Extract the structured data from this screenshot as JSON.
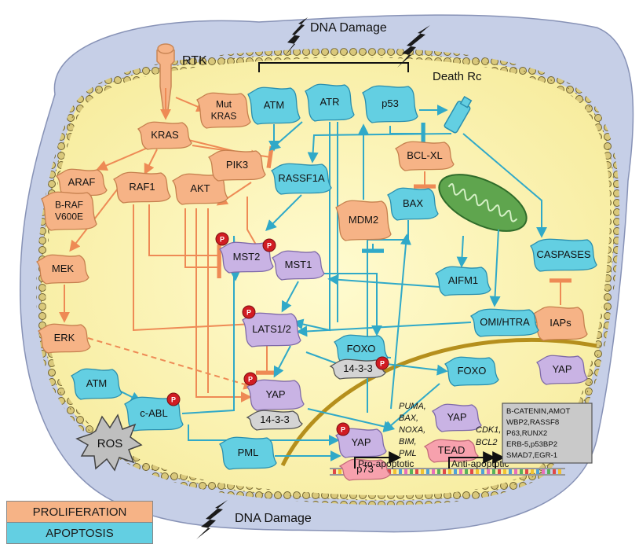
{
  "colors": {
    "cell_outer": "#c7cfe6",
    "nucleus": "#fdf6b8",
    "proliferation": "#f6b386",
    "apoptosis": "#63cfe2",
    "yap_purple": "#c9b3e4",
    "p73_pink": "#f7a1ad",
    "phospho_red": "#d11c22",
    "stroke_orange": "#ee8a55",
    "stroke_blue": "#30a9c8",
    "er_gold": "#b58f1c"
  },
  "labels": {
    "dna_damage_top": "DNA Damage",
    "dna_damage_bottom": "DNA Damage",
    "rtk": "RTK",
    "death_rc": "Death Rc",
    "pro_apoptotic": "Pro-apoptotic",
    "anti_apoptotic": "Anti-apoptotic",
    "phospho": "P",
    "puma_lines": [
      "PUMA,",
      "BAX,",
      "NOXA,",
      "BIM,",
      "PML"
    ],
    "cdk_lines": [
      "CDK1,",
      "BCL2"
    ],
    "target_genes": [
      "B-CATENIN,AMOT",
      "WBP2,RASSF8",
      "P63,RUNX2",
      "ERB-5,p53BP2",
      "SMAD7,EGR-1"
    ]
  },
  "nodes": {
    "mut_kras": [
      "Mut",
      "KRAS"
    ],
    "kras": [
      "KRAS"
    ],
    "araf": [
      "ARAF"
    ],
    "braf": [
      "B-RAF",
      "V600E"
    ],
    "raf1": [
      "RAF1"
    ],
    "akt": [
      "AKT"
    ],
    "pik3": [
      "PIK3"
    ],
    "mek": [
      "MEK"
    ],
    "erk": [
      "ERK"
    ],
    "mdm2": [
      "MDM2"
    ],
    "bclxl": [
      "BCL-XL"
    ],
    "iaps": [
      "IAPs"
    ],
    "atm_top": [
      "ATM"
    ],
    "atr": [
      "ATR"
    ],
    "p53": [
      "p53"
    ],
    "rassf1a": [
      "RASSF1A"
    ],
    "bax": [
      "BAX"
    ],
    "caspases": [
      "CASPASES"
    ],
    "aifm1": [
      "AIFM1"
    ],
    "omi": [
      "OMI/HTRA"
    ],
    "foxo_top": [
      "FOXO"
    ],
    "foxo_right": [
      "FOXO"
    ],
    "atm_left": [
      "ATM"
    ],
    "cabl": [
      "c-ABL"
    ],
    "pml": [
      "PML"
    ],
    "mst2": [
      "MST2"
    ],
    "mst1": [
      "MST1"
    ],
    "lats": [
      "LATS1/2"
    ],
    "yap_center": [
      "YAP"
    ],
    "yap_nuc": [
      "YAP"
    ],
    "yap_tead": [
      "YAP"
    ],
    "yap_right": [
      "YAP"
    ],
    "p73": [
      "p73"
    ],
    "tead": [
      "TEAD"
    ],
    "ros": [
      "ROS"
    ],
    "b1433_center": [
      "14-3-3"
    ],
    "b1433_foxo": [
      "14-3-3"
    ]
  },
  "legend": {
    "proliferation": "PROLIFERATION",
    "apoptosis": "APOPTOSIS"
  }
}
